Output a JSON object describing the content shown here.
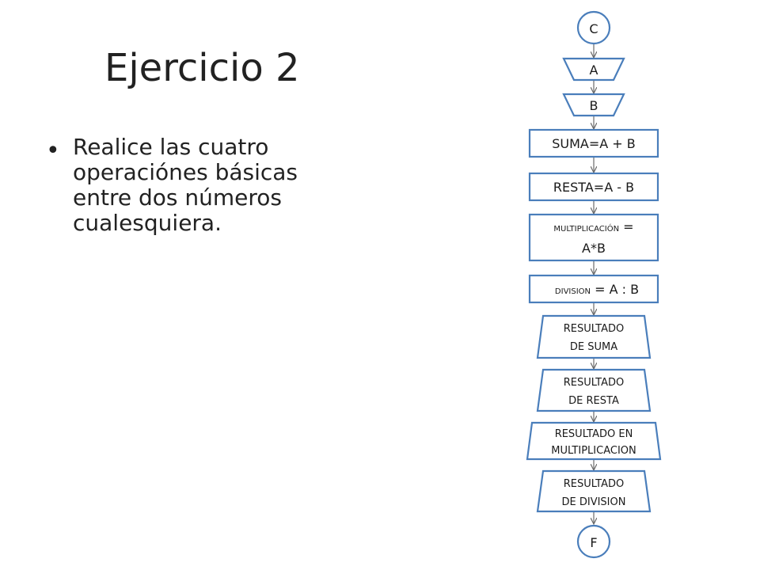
{
  "slide": {
    "title": "Ejercicio 2",
    "bullet": "Realice las cuatro operaciónes básicas entre dos números cualesquiera."
  },
  "flowchart": {
    "start": "C",
    "input_a": "A",
    "input_b": "B",
    "suma": "SUMA=A + B",
    "resta": "RESTA=A - B",
    "mult_small": "MULTIPLICACIÓN",
    "mult_eq": " =",
    "mult_line2": "A*B",
    "div_small": "DIVISION",
    "div_rest": " = A : B",
    "out_suma_1": "RESULTADO",
    "out_suma_2": "DE SUMA",
    "out_resta_1": "RESULTADO",
    "out_resta_2": "DE RESTA",
    "out_mult_1": "RESULTADO EN",
    "out_mult_2": "MULTIPLICACION",
    "out_div_1": "RESULTADO",
    "out_div_2": "DE DIVISION",
    "end": "F"
  },
  "colors": {
    "shape_stroke": "#4a7ebb",
    "arrow": "#6a6a6a"
  }
}
